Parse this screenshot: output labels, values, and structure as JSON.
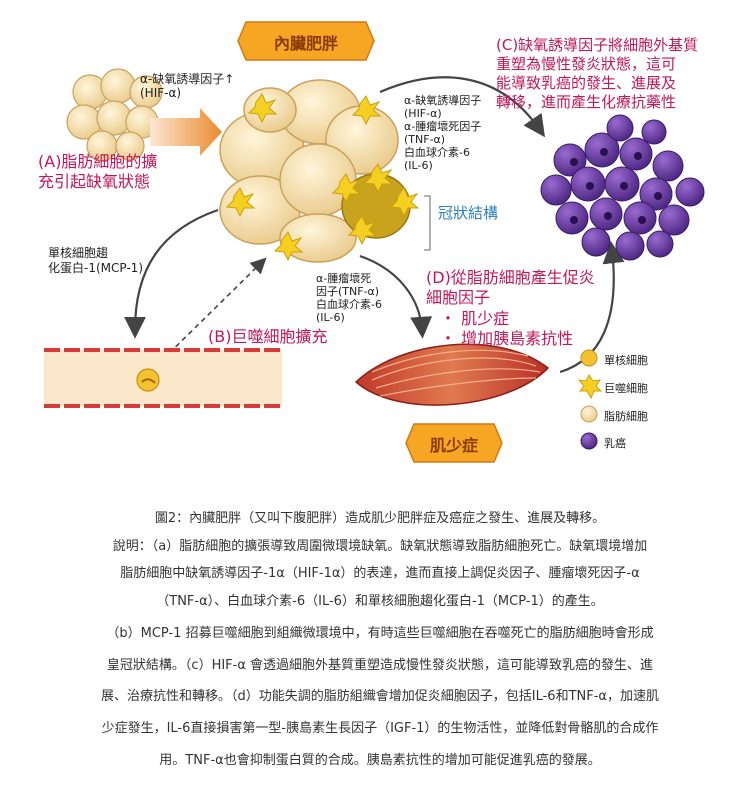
{
  "labels": {
    "visceral_obesity": "內臟肥胖",
    "sarcopenia": "肌少症",
    "hif_label": "α-缺氧誘導因子↑\n(HIF-α)",
    "a_text": "(A)脂肪細胞的擴\n充引起缺氧狀態",
    "mcp_text": "單核細胞趨\n化蛋白-1(MCP-1)",
    "b_text": "(B)巨噬細胞擴充",
    "crown_text": "冠狀結構",
    "factors_top": "α-缺氧誘導因子\n(HIF-α)\nα-腫瘤壞死因子\n(TNF-α)\n白血球介素-6\n(IL-6)",
    "factors_mid": "α-腫瘤壞死\n因子(TNF-α)\n白血球介素-6\n(IL-6)",
    "c_text": "(C)缺氧誘導因子將細胞外基質\n重塑為慢性發炎狀態，這可\n能導致乳癌的發生、進展及\n轉移，進而產生化療抗藥性",
    "d_title": "(D)從脂肪細胞產生促炎\n細胞因子",
    "d_item1": "・ 肌少症",
    "d_item2": "・ 增加胰島素抗性"
  },
  "legend": [
    {
      "label": "單核細胞",
      "icon": "monocyte-icon"
    },
    {
      "label": "巨噬細胞",
      "icon": "macrophage-icon"
    },
    {
      "label": "脂肪細胞",
      "icon": "adipocyte-icon"
    },
    {
      "label": "乳癌",
      "icon": "breast-cancer-cell-icon"
    }
  ],
  "caption": {
    "title": "圖2：內臟肥胖（又叫下腹肥胖）造成肌少肥胖症及癌症之發生、進展及轉移。",
    "line1": "說明：（a）脂肪細胞的擴張導致周圍微環境缺氧。缺氧狀態導致脂肪細胞死亡。缺氧環境增加",
    "line2": "脂肪細胞中缺氧誘導因子-1α（HIF-1α）的表達，進而直接上調促炎因子、腫瘤壞死因子-α",
    "line3": "（TNF-α）、白血球介素-6（IL-6）和單核細胞趨化蛋白-1（MCP-1）的產生。",
    "line4": "（b）MCP-1 招募巨噬細胞到組織微環境中，有時這些巨噬細胞在吞噬死亡的脂肪細胞時會形成",
    "line5": "皇冠狀結構。（c）HIF-α 會透過細胞外基質重塑造成慢性發炎狀態，這可能導致乳癌的發生、進",
    "line6": "展、治療抗性和轉移。（d）功能失調的脂肪組織會增加促炎細胞因子，包括IL-6和TNF-α，加速肌",
    "line7": "少症發生，IL-6直接損害第一型-胰島素生長因子（IGF-1）的生物活性，並降低對骨骼肌的合成作",
    "line8": "用。TNF-α也會抑制蛋白質的合成。胰島素抗性的增加可能促進乳癌的發展。"
  },
  "colors": {
    "badge_orange": "#f6a623",
    "fat_cell": "#f6e2b0",
    "cancer_cell": "#6a3a9e",
    "magenta": "#c2185b",
    "blue": "#2d7fc1"
  }
}
